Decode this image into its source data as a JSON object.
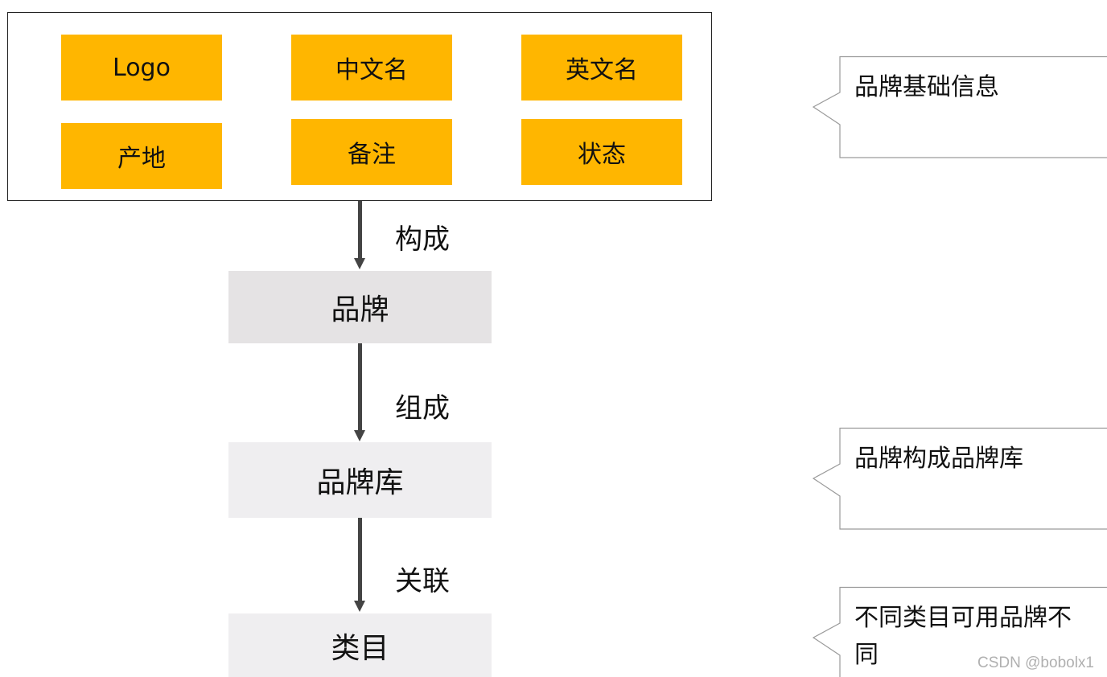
{
  "attributes": {
    "logo": "Logo",
    "chinese_name": "中文名",
    "english_name": "英文名",
    "origin": "产地",
    "remark": "备注",
    "status": "状态"
  },
  "flow": {
    "brand": "品牌",
    "brand_library": "品牌库",
    "category": "类目"
  },
  "relations": {
    "compose": "构成",
    "form": "组成",
    "associate": "关联"
  },
  "callouts": {
    "brand_basic_info": "品牌基础信息",
    "brand_forms_library": "品牌构成品牌库",
    "category_brand_diff_line1": "不同类目可用品牌不",
    "category_brand_diff_line2": "同"
  },
  "watermark": "CSDN @bobolx1",
  "colors": {
    "attribute_fill": "#FFB600",
    "brand_fill": "#E5E3E4",
    "library_fill": "#EFEEF0",
    "arrow": "#444444"
  }
}
